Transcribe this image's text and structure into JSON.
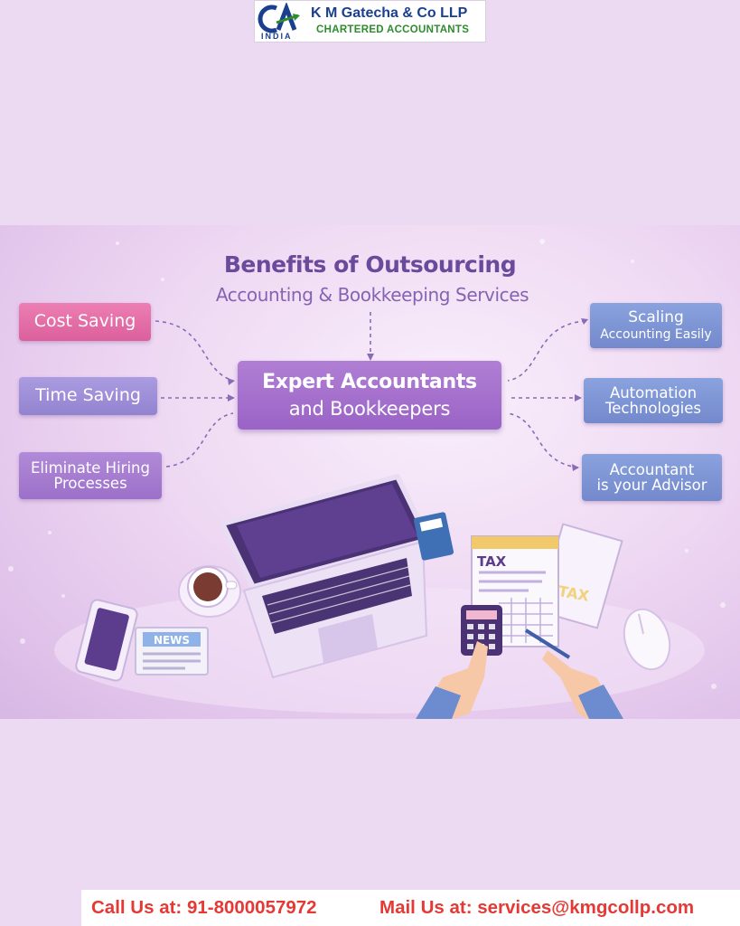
{
  "logo": {
    "emblem_text": "CA",
    "country": "INDIA",
    "firm_name": "K M Gatecha & Co LLP",
    "firm_subtitle": "CHARTERED ACCOUNTANTS"
  },
  "banner": {
    "title": "Benefits of Outsourcing",
    "subtitle": "Accounting & Bookkeeping Services",
    "center": {
      "line1": "Expert Accountants",
      "line2": "and Bookkeepers"
    },
    "left_items": [
      {
        "line1": "Cost Saving",
        "line2": ""
      },
      {
        "line1": "Time Saving",
        "line2": ""
      },
      {
        "line1": "Eliminate Hiring",
        "line2": "Processes"
      }
    ],
    "right_items": [
      {
        "line1": "Scaling",
        "line2": "Accounting Easily"
      },
      {
        "line1": "Automation",
        "line2": "Technologies"
      },
      {
        "line1": "Accountant",
        "line2": "is your Advisor"
      }
    ],
    "illustration": {
      "news_label": "NEWS",
      "tax_label": "TAX",
      "tax_label_2": "TAX"
    },
    "colors": {
      "pink": "#e56ea7",
      "lavender": "#9f8fd9",
      "violet": "#a27ad2",
      "blue": "#7f97d6",
      "center": "#a66fce"
    }
  },
  "footer": {
    "call": "Call Us at: 91-8000057972",
    "mail": "Mail Us at: services@kmgcollp.com",
    "color": "#e53935"
  }
}
